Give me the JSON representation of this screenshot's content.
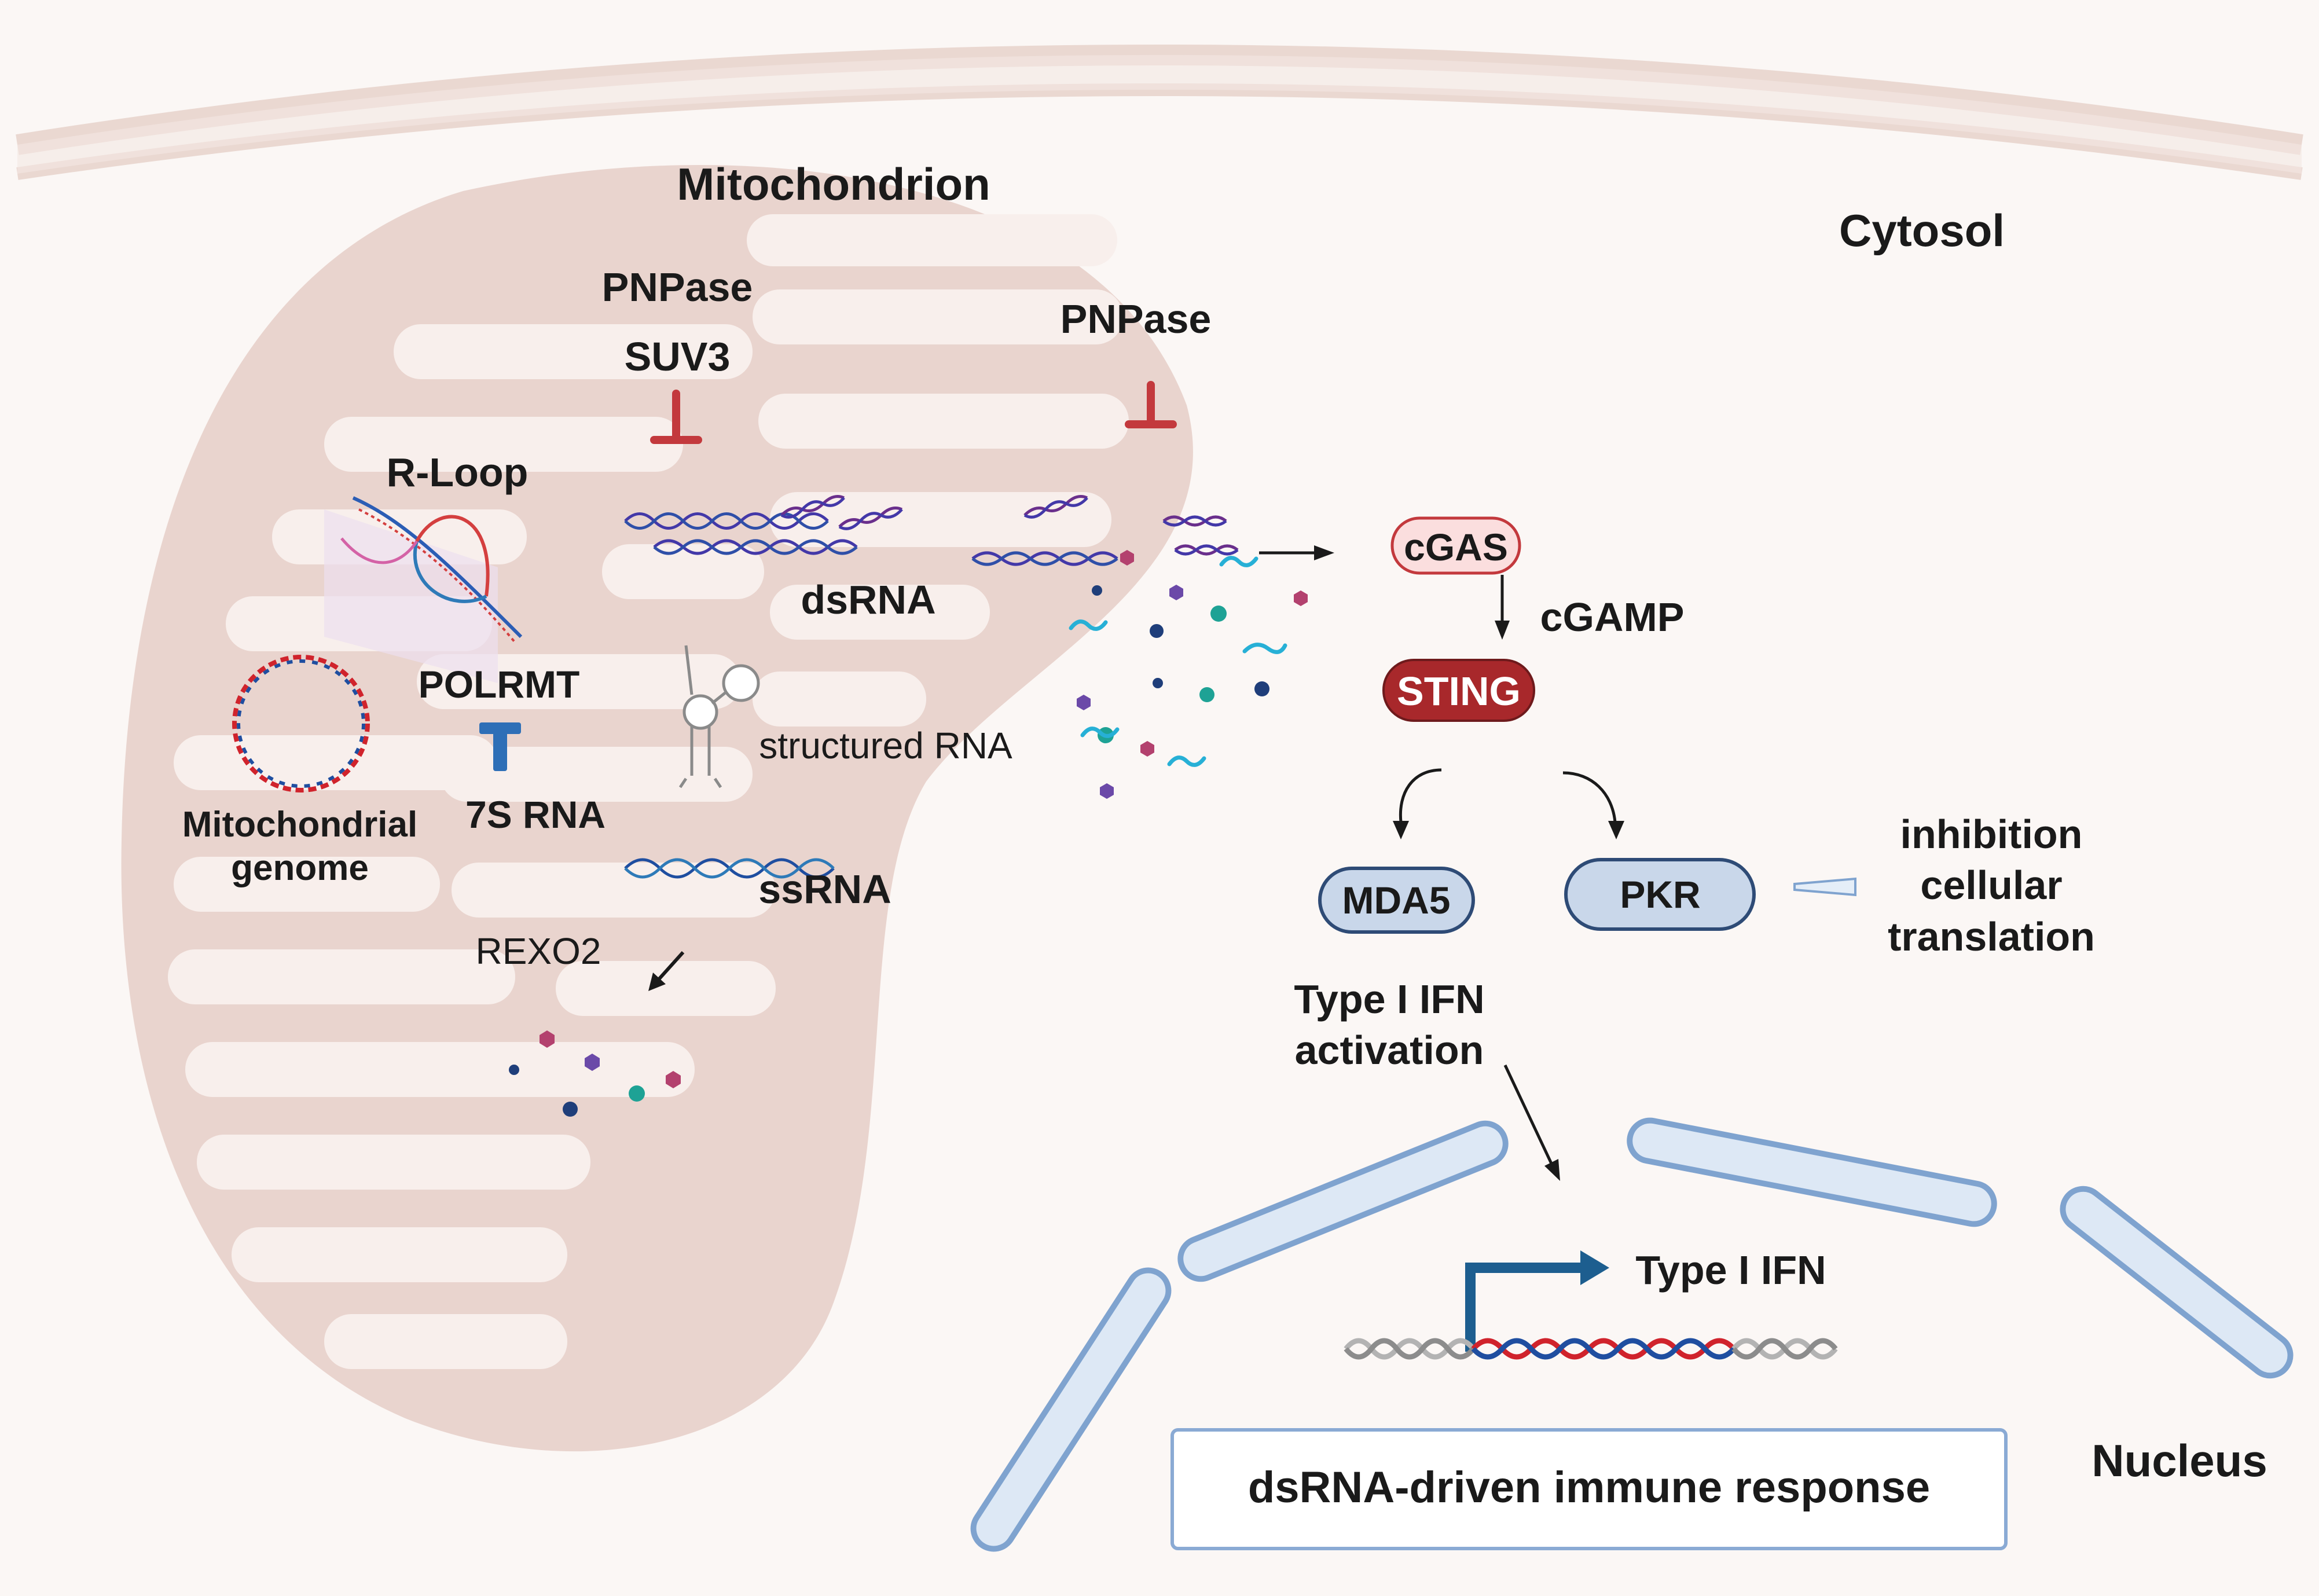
{
  "labels": {
    "mitochondrion": "Mitochondrion",
    "cytosol": "Cytosol",
    "nucleus": "Nucleus",
    "pnpase_suv3_top": "PNPase",
    "suv3": "SUV3",
    "pnpase_right": "PNPase",
    "r_loop": "R-Loop",
    "dsrna": "dsRNA",
    "polrmt": "POLRMT",
    "structured_rna": "structured RNA",
    "mito_genome_line1": "Mitochondrial",
    "mito_genome_line2": "genome",
    "rna_7s": "7S RNA",
    "ssrna": "ssRNA",
    "rexo2": "REXO2",
    "cgas": "cGAS",
    "cgamp": "cGAMP",
    "sting": "STING",
    "mda5": "MDA5",
    "pkr": "PKR",
    "inhibition_line1": "inhibition",
    "inhibition_line2": "cellular",
    "inhibition_line3": "translation",
    "type1_ifn_activation_line1": "Type I IFN",
    "type1_ifn_activation_line2": "activation",
    "type1_ifn_gene": "Type I IFN",
    "immune_response": "dsRNA-driven immune response"
  },
  "colors": {
    "background": "#fbf7f5",
    "membrane": "#e8d6cf",
    "mito_body": "#e9d4ce",
    "mito_cristae": "#f8efec",
    "inhibitor_red": "#c3393d",
    "polrmt_blue": "#2e6fb7",
    "cgas_fill": "#fbdede",
    "cgas_stroke": "#c3393d",
    "sting_fill": "#a8282b",
    "receptor_fill": "#c9d7ea",
    "receptor_stroke": "#2e4b76",
    "organelle_rod": "#dde8f5",
    "organelle_rod_stroke": "#7fa3cf",
    "promoter_arrow": "#1d5e8f",
    "dna_red": "#d0232c",
    "dna_blue": "#1f4ea0",
    "dna_gray": "#b3b3b3"
  }
}
